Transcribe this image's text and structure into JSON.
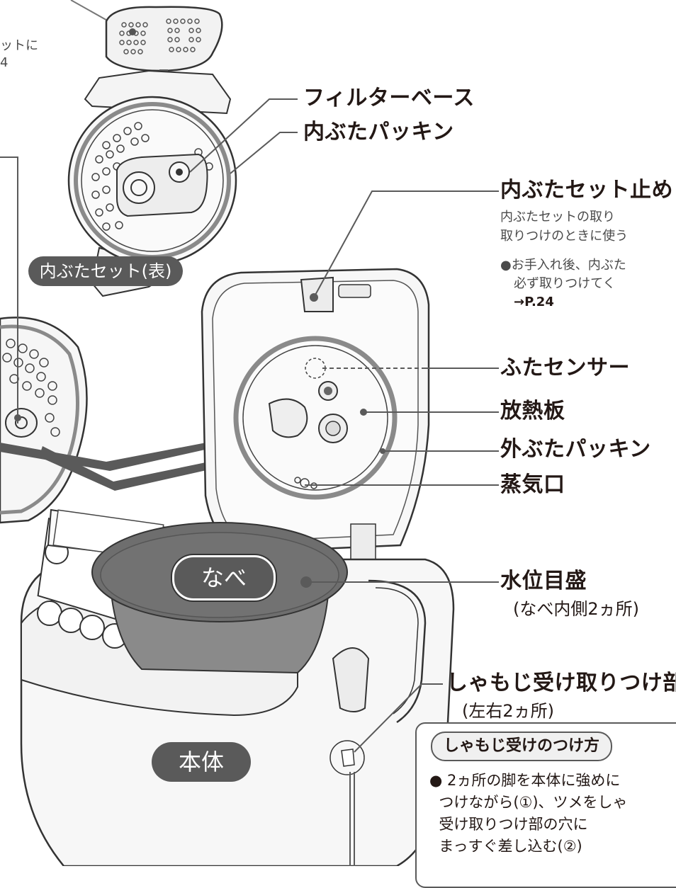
{
  "labels": {
    "filter_base": "フィルターベース",
    "inner_lid_packing": "内ぶたパッキン",
    "inner_lid_stopper": "内ぶたセット止め",
    "stopper_note_1": "内ぶたセットの取り",
    "stopper_note_2": "取りつけのときに使う",
    "stopper_bullet_1": "●お手入れ後、内ぶた",
    "stopper_bullet_2": "必ず取りつけてく",
    "stopper_ref": "→P.24",
    "lid_sensor": "ふたセンサー",
    "heat_plate": "放熱板",
    "outer_lid_packing": "外ぶたパッキン",
    "steam_vent": "蒸気口",
    "water_scale": "水位目盛",
    "water_scale_note": "(なべ内側2ヵ所)",
    "paddle_holder_mount": "しゃもじ受け取りつけ部",
    "paddle_holder_note": "(左右2ヵ所)",
    "top_left_note_1": "ットに",
    "top_left_note_2": "4"
  },
  "pills": {
    "inner_lid_set_front": "内ぶたセット(表)",
    "pot": "なべ",
    "body": "本体"
  },
  "box": {
    "title": "しゃもじ受けのつけ方",
    "lines": [
      "● 2ヵ所の脚を本体に強めに",
      "  つけながら(①)、ツメをしゃ",
      "  受け取りつけ部の穴に",
      "  まっすぐ差し込む(②)"
    ]
  },
  "colors": {
    "label_line": "#5a5a5a",
    "arrow": "#5a5a5a",
    "pill_bg": "#5a5a5a",
    "packing": "#7a7a7a",
    "pot": "#6e6e6e"
  }
}
